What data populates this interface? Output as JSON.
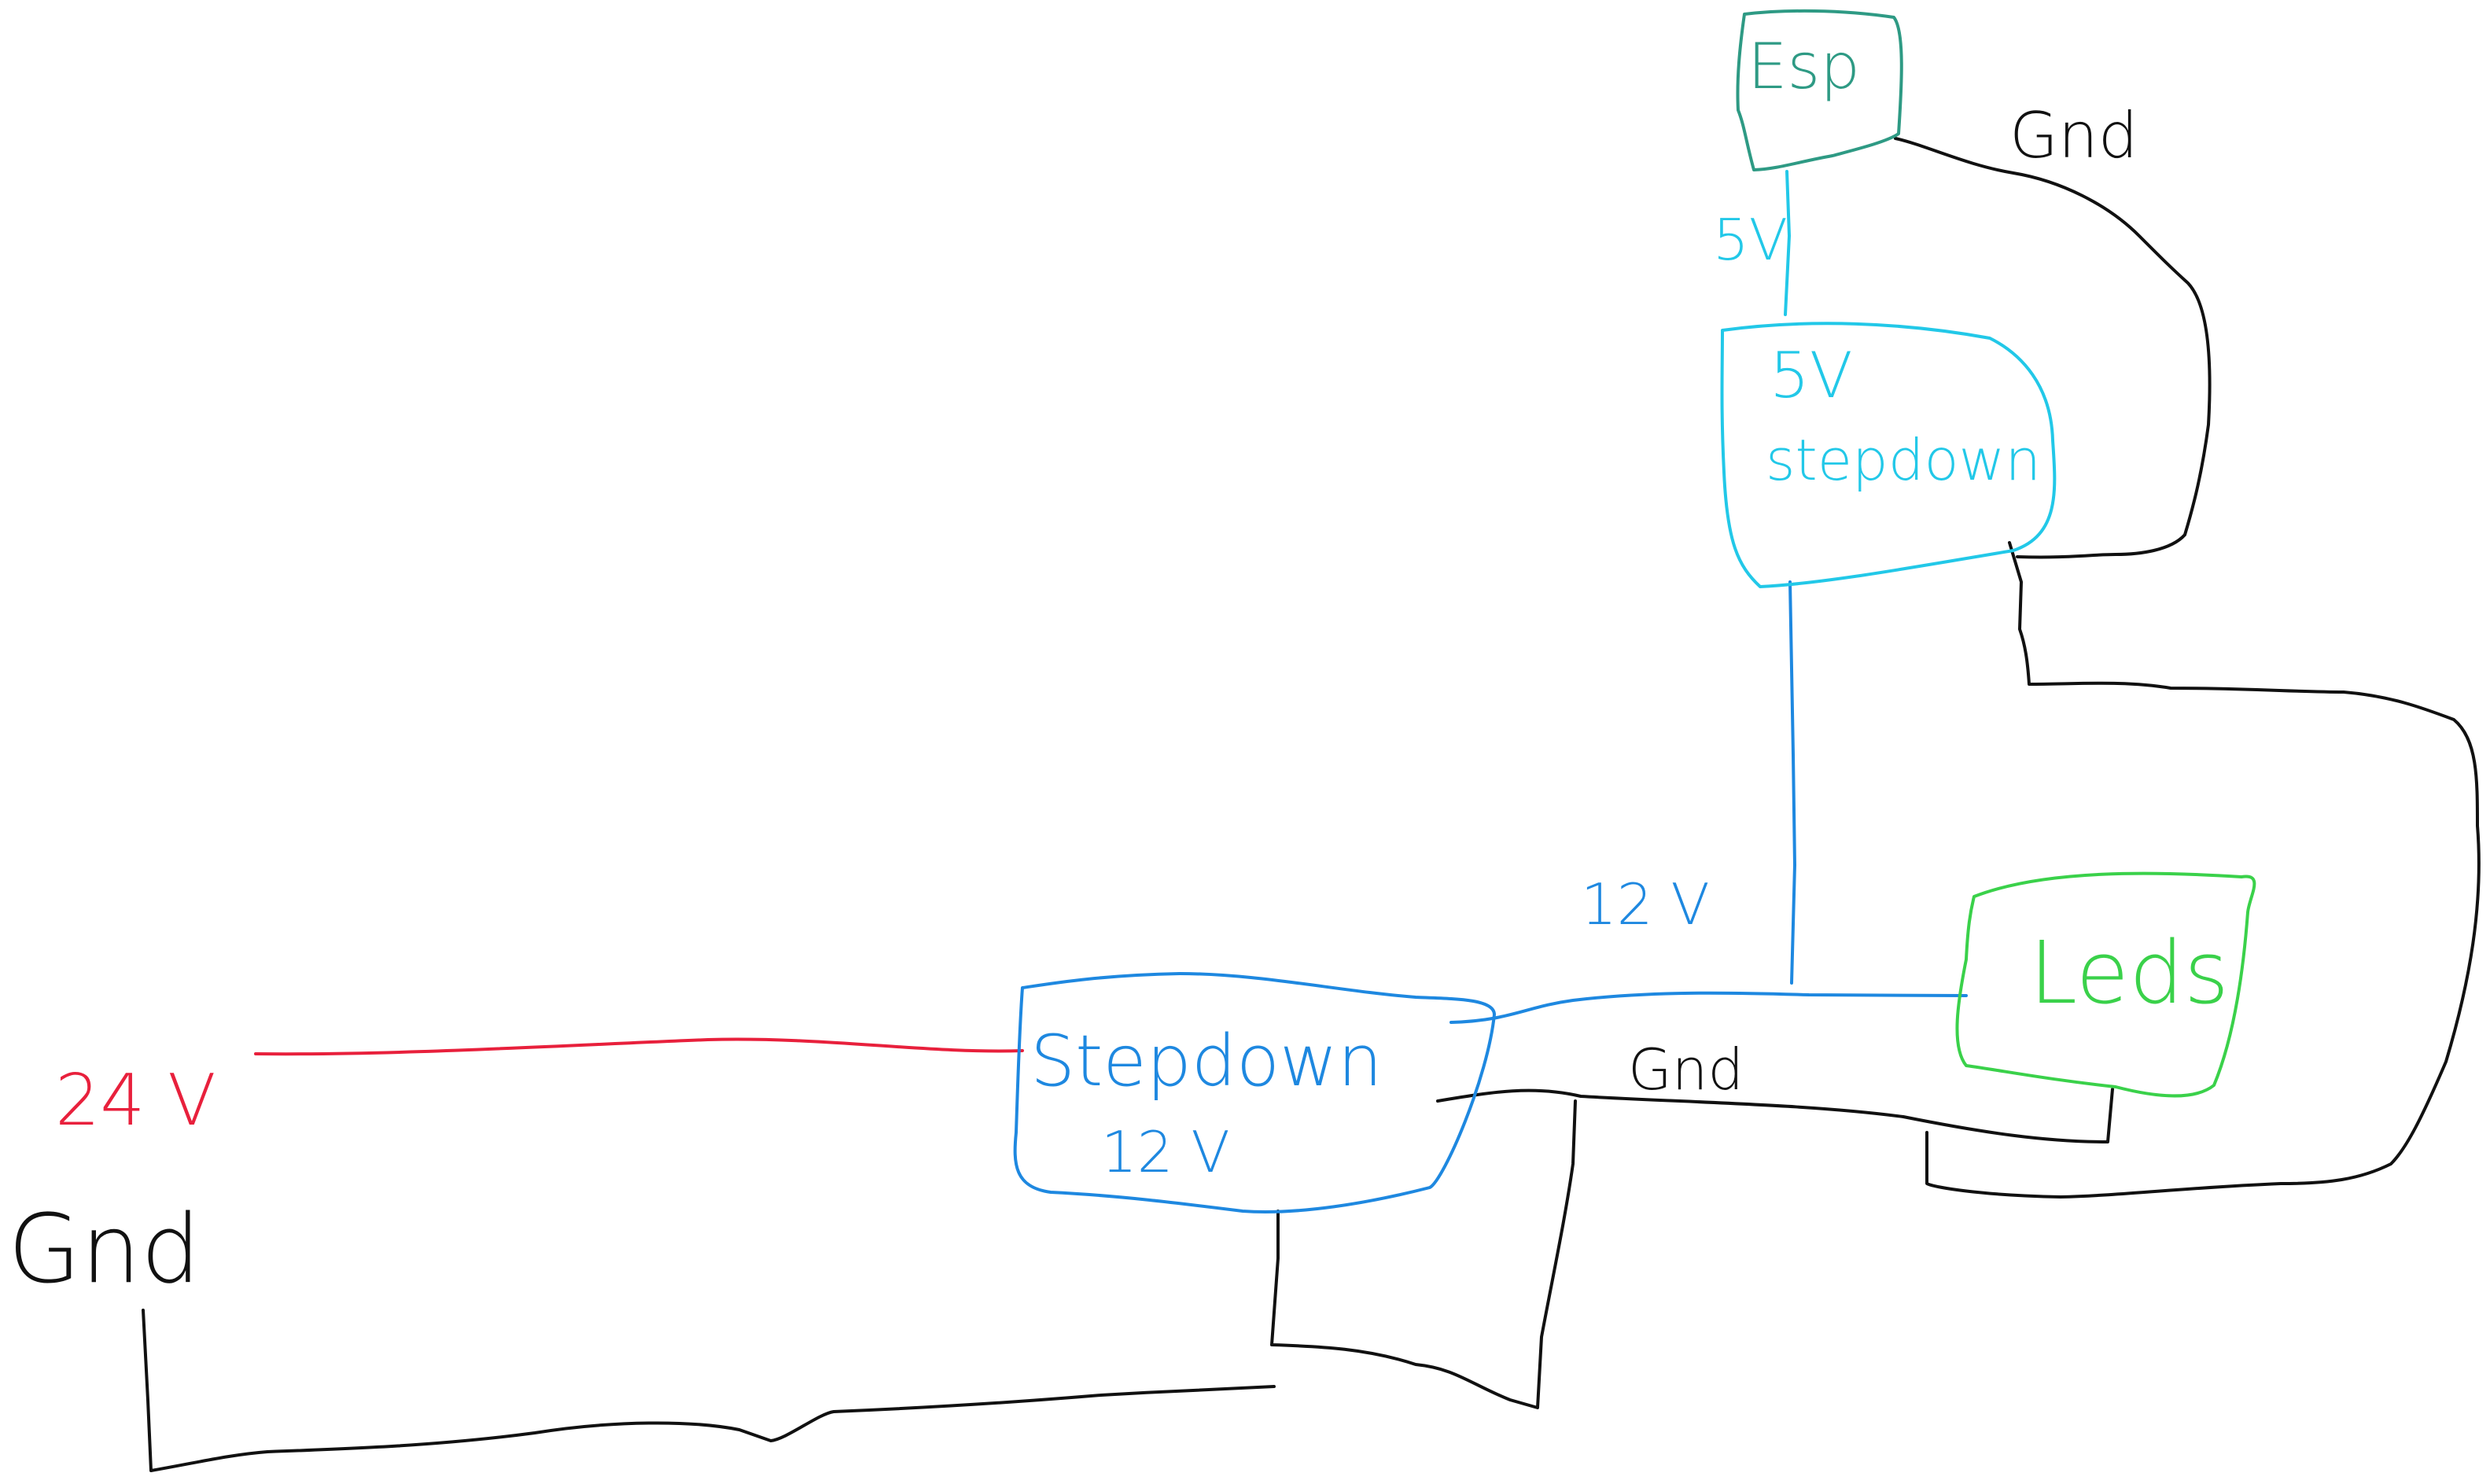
{
  "colors": {
    "esp": "#2e9a84",
    "five_volt": "#22c8e8",
    "blue": "#1e88e0",
    "leds": "#3ad14a",
    "red": "#e8203c",
    "ground": "#111111"
  },
  "components": {
    "esp": {
      "label": "Esp"
    },
    "stepdown_5v": {
      "label_line1": "5V",
      "label_line2": "stepdown"
    },
    "stepdown_12v": {
      "label_line1": "Stepdown",
      "label_line2": "12 V"
    },
    "leds": {
      "label": "Leds"
    }
  },
  "wire_labels": {
    "esp_gnd": "Gnd",
    "esp_5v": "5V",
    "supply_12v": "12 V",
    "supply_24v": "24 V",
    "main_gnd": "Gnd",
    "input_gnd": "Gnd"
  }
}
